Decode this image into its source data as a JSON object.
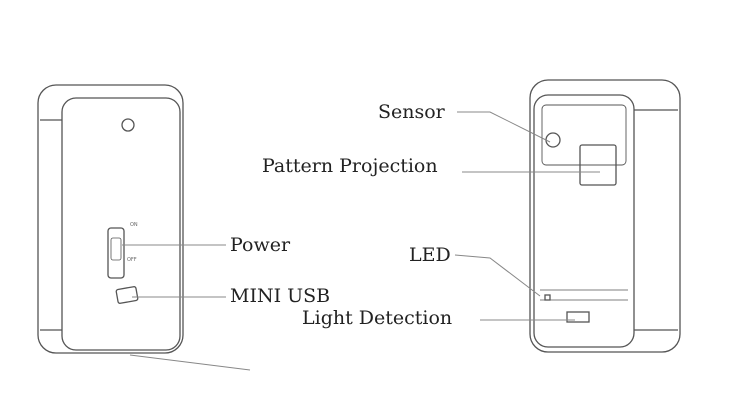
{
  "labels": {
    "sensor": "Sensor",
    "pattern_projection": "Pattern Projection",
    "power": "Power",
    "mini_usb": "MINI USB",
    "led": "LED",
    "light_detection": "Light Detection"
  },
  "switch": {
    "on": "ON",
    "off": "OFF"
  },
  "colors": {
    "stroke": "#555555",
    "leader": "#888888",
    "text": "#222222"
  }
}
